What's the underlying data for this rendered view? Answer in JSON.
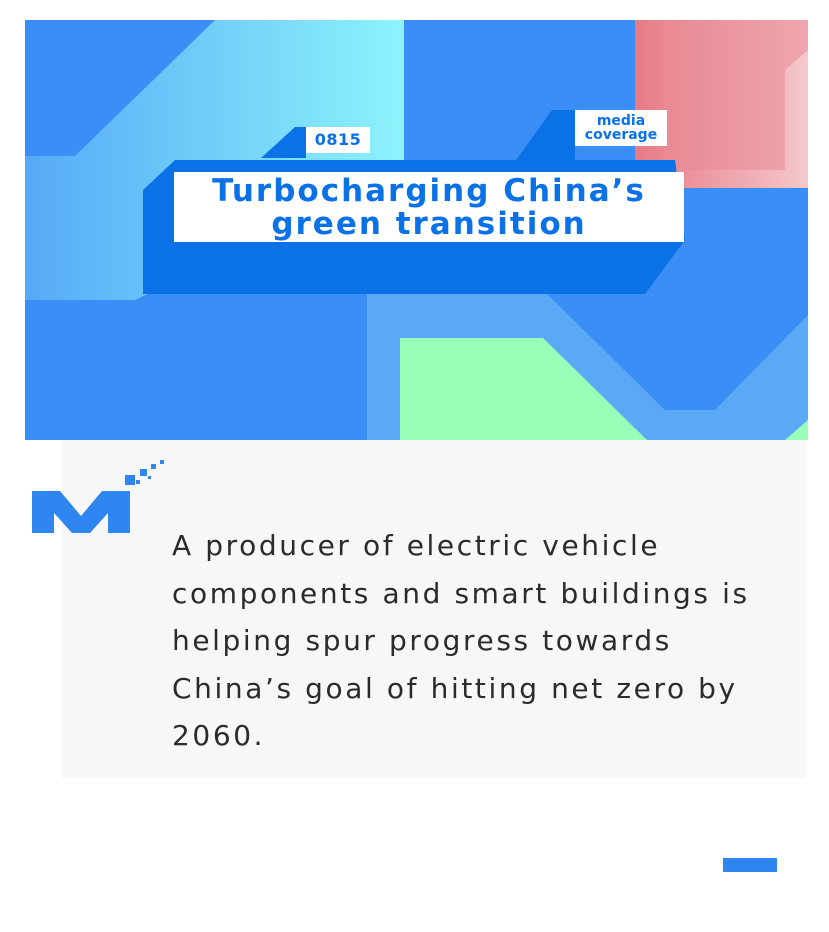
{
  "banner": {
    "date_tag": "0815",
    "category_tag_line1": "media",
    "category_tag_line2": "coverage",
    "headline_line1": "Turbocharging China’s",
    "headline_line2": "green transition"
  },
  "article": {
    "summary": "A producer of electric vehicle components and smart buildings is helping spur progress towards China’s goal of hitting net zero by 2060."
  },
  "logo": {
    "icon": "m-logo-icon",
    "color": "#2f86f0"
  },
  "colors": {
    "brand_blue": "#2f86f0",
    "headline_text": "#0a72e6",
    "card_background": "#f7f7f7"
  }
}
